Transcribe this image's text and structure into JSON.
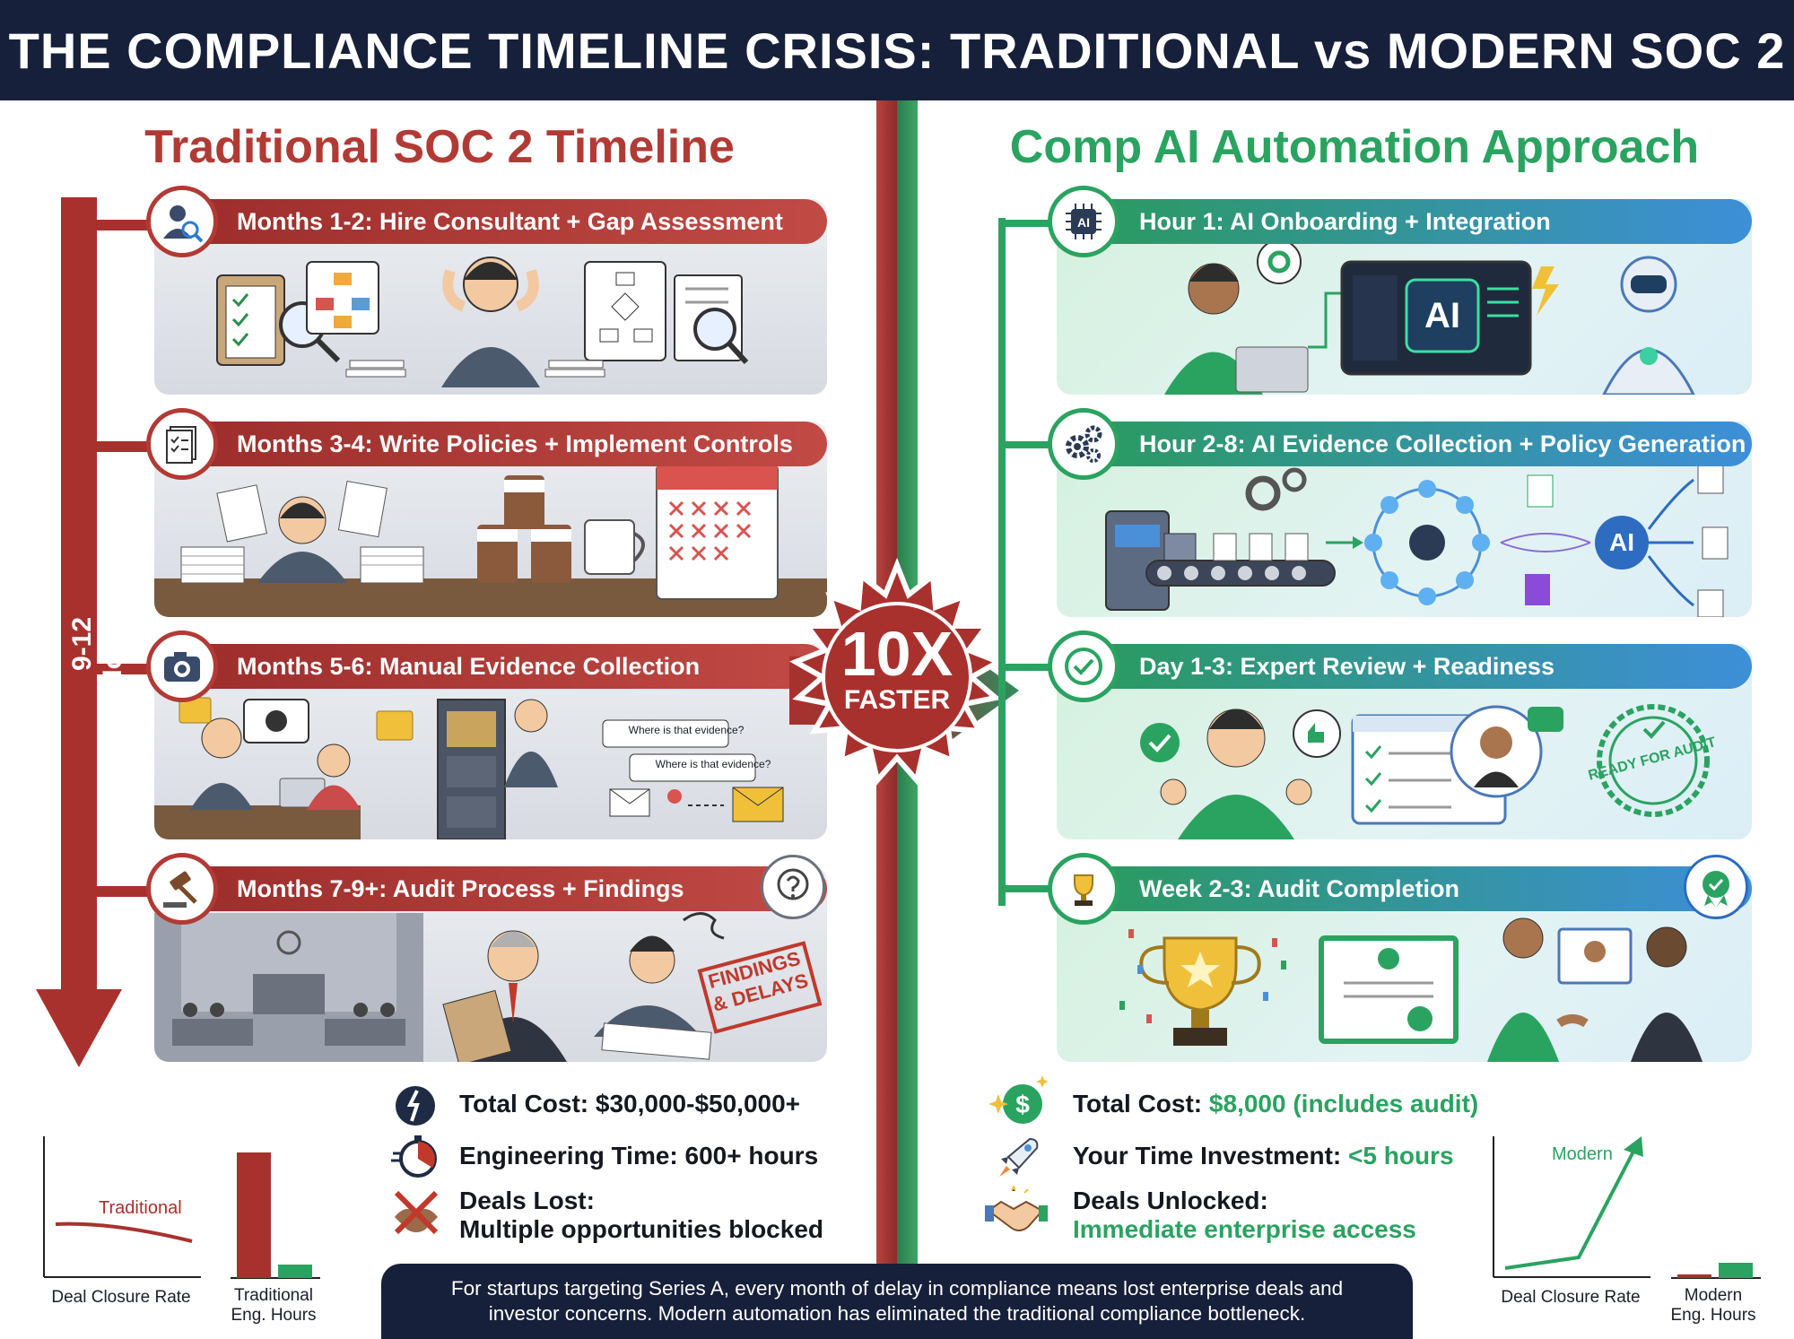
{
  "title": "THE COMPLIANCE TIMELINE CRISIS: TRADITIONAL vs MODERN SOC 2",
  "traditional": {
    "heading": "Traditional SOC 2 Timeline",
    "axis_label": "9-12 Months",
    "steps": [
      {
        "label": "Months 1-2: Hire Consultant + Gap Assessment",
        "icon": "consultant-search-icon"
      },
      {
        "label": "Months 3-4: Write Policies + Implement Controls",
        "icon": "policy-documents-icon"
      },
      {
        "label": "Months 5-6: Manual Evidence Collection",
        "icon": "camera-icon"
      },
      {
        "label": "Months 7-9+: Audit Process + Findings",
        "icon": "gavel-icon"
      }
    ],
    "bubble_text_1": "Where is that evidence?",
    "bubble_text_2": "Where is that evidence?",
    "stamp_text_1": "FINDINGS",
    "stamp_text_2": "& DELAYS",
    "metrics": {
      "cost": "Total Cost: $30,000-$50,000+",
      "time": "Engineering Time: 600+ hours",
      "deals_title": "Deals Lost:",
      "deals_detail": "Multiple opportunities blocked"
    },
    "chart_line_label": "Traditional",
    "chart_label_1": "Deal Closure Rate",
    "chart_label_2a": "Traditional",
    "chart_label_2b": "Eng. Hours"
  },
  "modern": {
    "heading": "Comp AI Automation Approach",
    "steps": [
      {
        "label": "Hour 1: AI Onboarding + Integration",
        "icon": "ai-chip-icon"
      },
      {
        "label": "Hour 2-8: AI Evidence Collection + Policy Generation",
        "icon": "gears-icon"
      },
      {
        "label": "Day 1-3: Expert Review + Readiness",
        "icon": "check-circle-icon"
      },
      {
        "label": "Week 2-3: Audit Completion",
        "icon": "trophy-icon"
      }
    ],
    "ai_text": "AI",
    "stamp_text_1": "READY FOR AUDIT",
    "metrics": {
      "cost_prefix": "Total Cost: ",
      "cost_value": "$8,000 (includes audit)",
      "time_prefix": "Your Time Investment: ",
      "time_value": "<5 hours",
      "deals_title": "Deals Unlocked:",
      "deals_detail": "Immediate enterprise access"
    },
    "chart_line_label": "Modern",
    "chart_label_1": "Deal Closure Rate",
    "chart_label_2a": "Modern",
    "chart_label_2b": "Eng. Hours"
  },
  "center_badge": {
    "big": "10X",
    "small": "FASTER"
  },
  "footer_line_1": "For startups targeting Series A, every month of delay in compliance means lost enterprise deals and",
  "footer_line_2": "investor concerns. Modern automation has eliminated the traditional compliance bottleneck.",
  "colors": {
    "red": "#b23a35",
    "green": "#2aa360",
    "navy": "#17203a",
    "blue": "#3d8fd8"
  }
}
